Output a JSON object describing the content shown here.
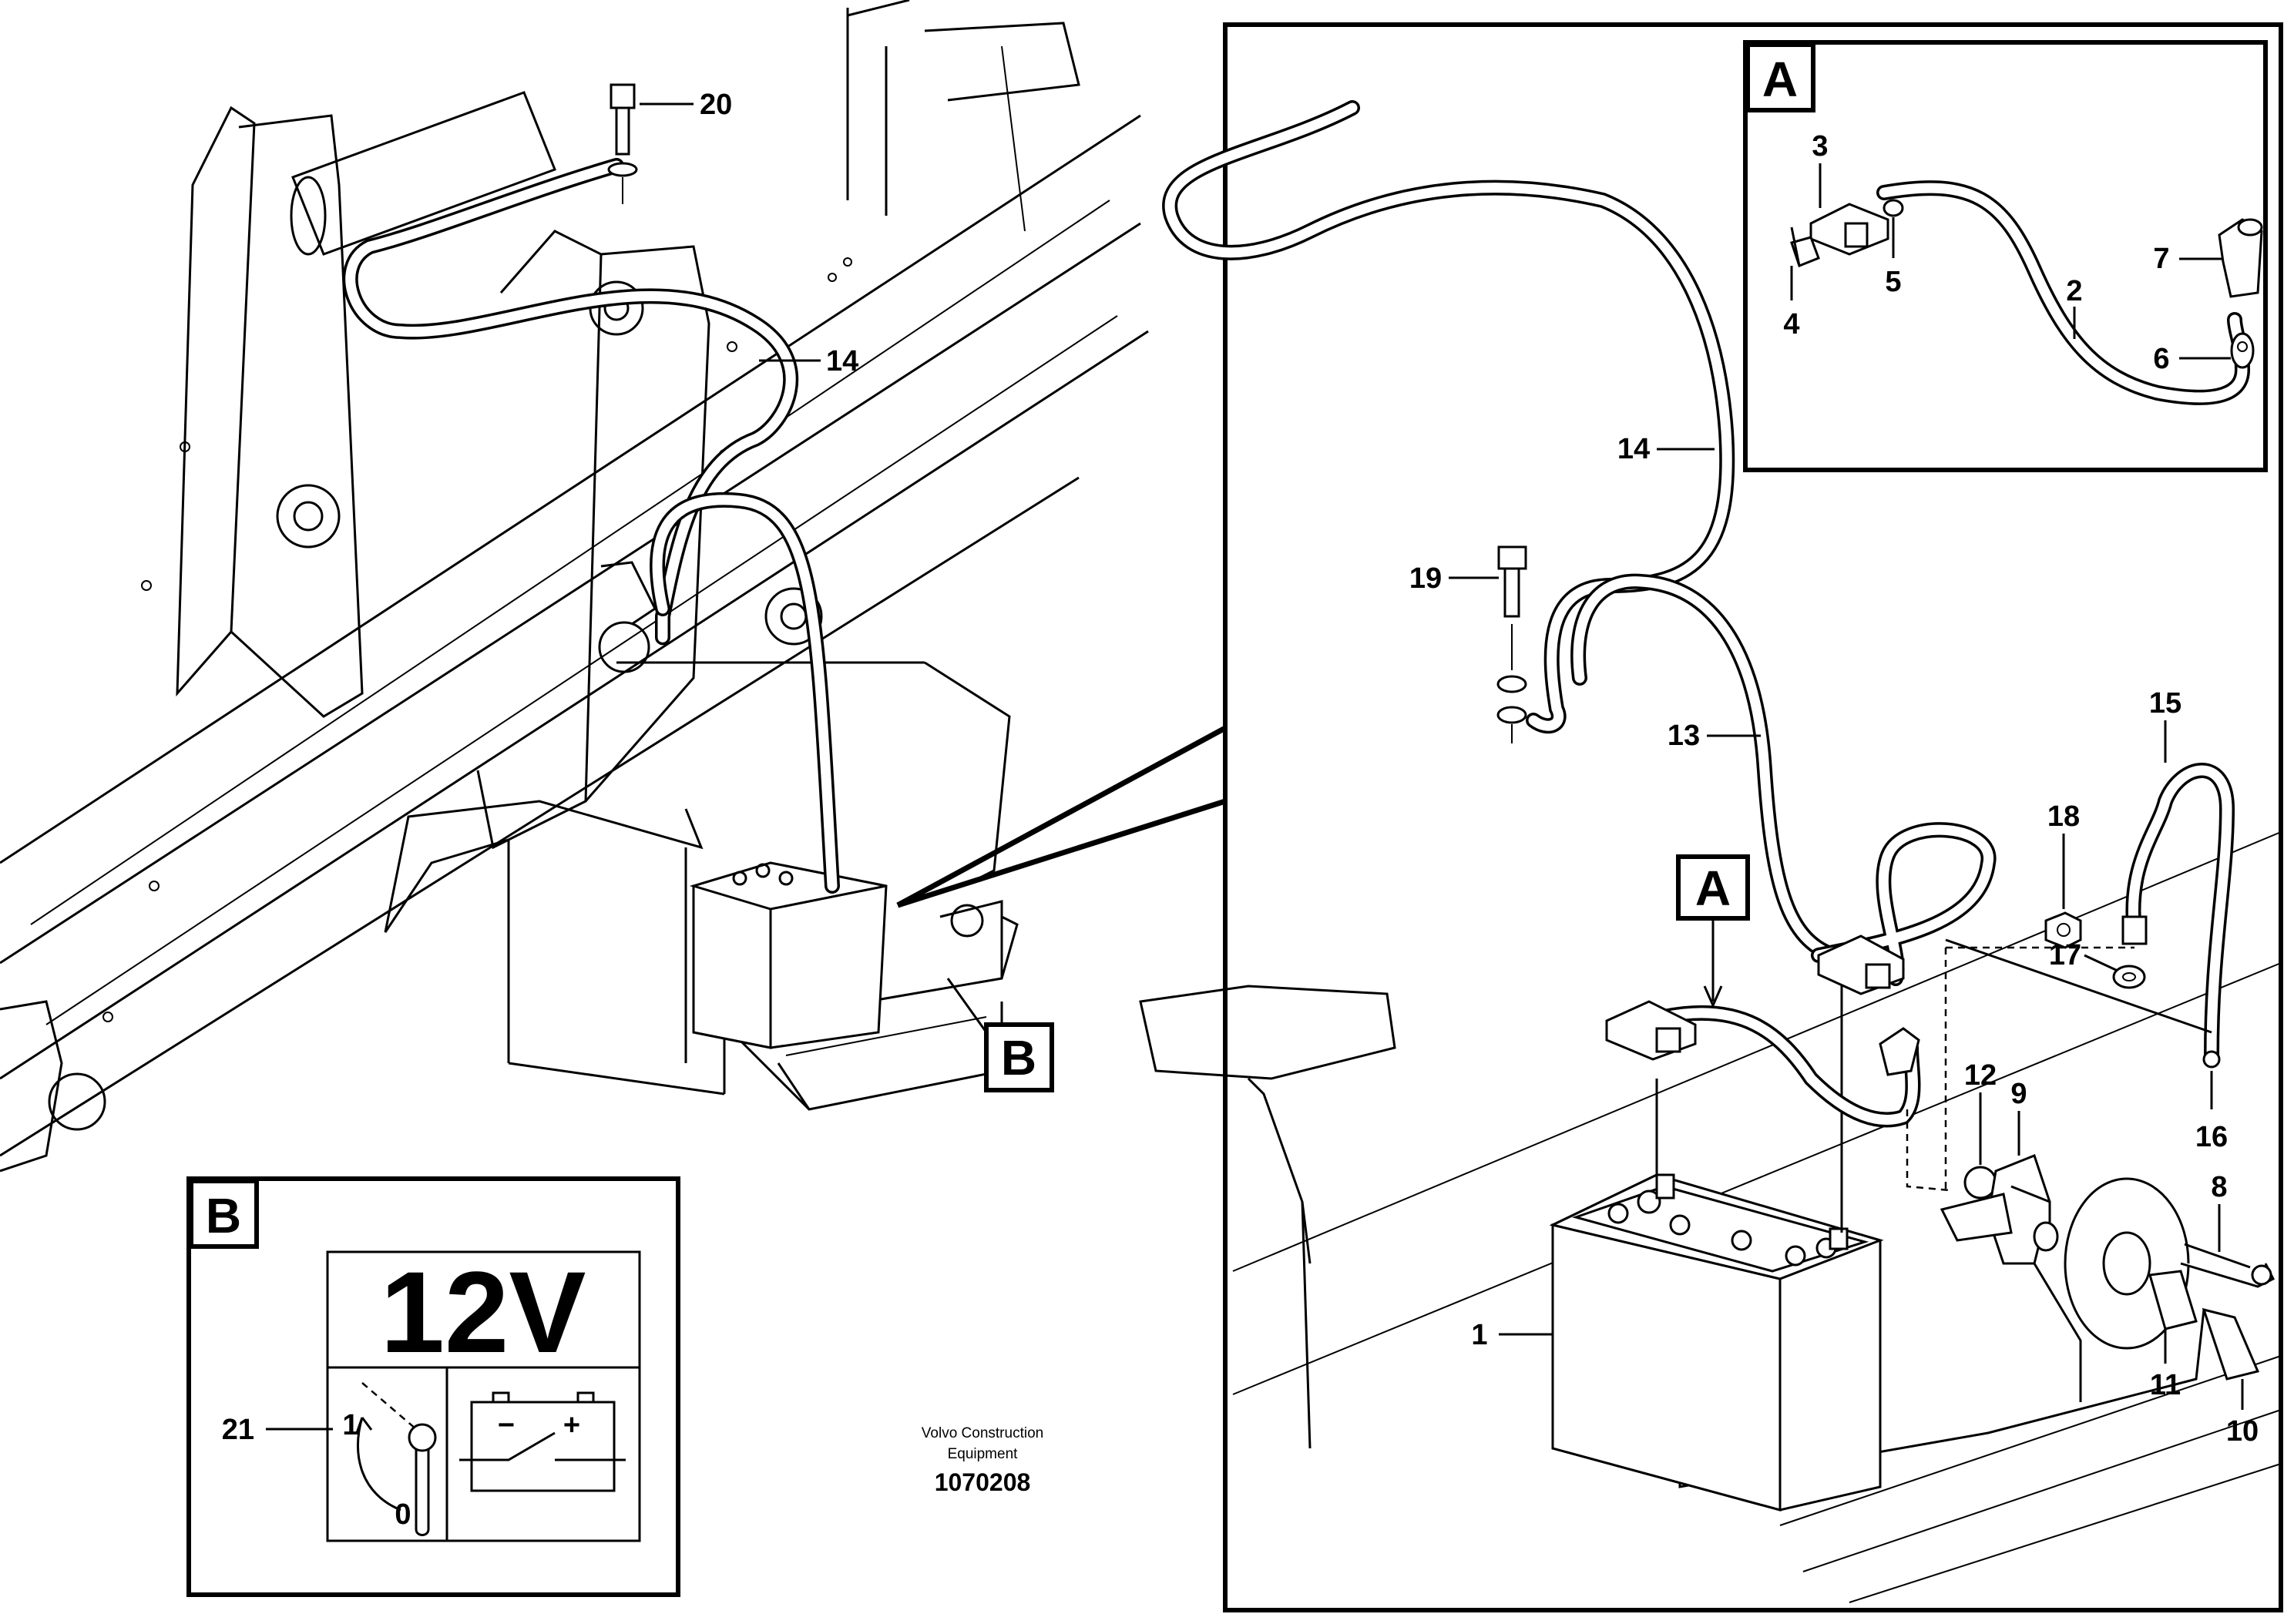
{
  "brand": {
    "line1": "Volvo Construction",
    "line2": "Equipment"
  },
  "document_number": "1070208",
  "detail_labels": {
    "A_inset": "A",
    "A_pointer": "A",
    "B_pointer": "B",
    "B_inset": "B"
  },
  "decal": {
    "voltage": "12V",
    "switch_on": "1",
    "switch_off": "0",
    "minus": "−",
    "plus": "+"
  },
  "callouts": {
    "c1": "1",
    "c2": "2",
    "c3": "3",
    "c4": "4",
    "c5": "5",
    "c6": "6",
    "c7": "7",
    "c8": "8",
    "c9": "9",
    "c10": "10",
    "c11": "11",
    "c12": "12",
    "c13": "13",
    "c14_left": "14",
    "c14_right": "14",
    "c15": "15",
    "c16": "16",
    "c17": "17",
    "c18": "18",
    "c19": "19",
    "c20": "20",
    "c21": "21"
  }
}
